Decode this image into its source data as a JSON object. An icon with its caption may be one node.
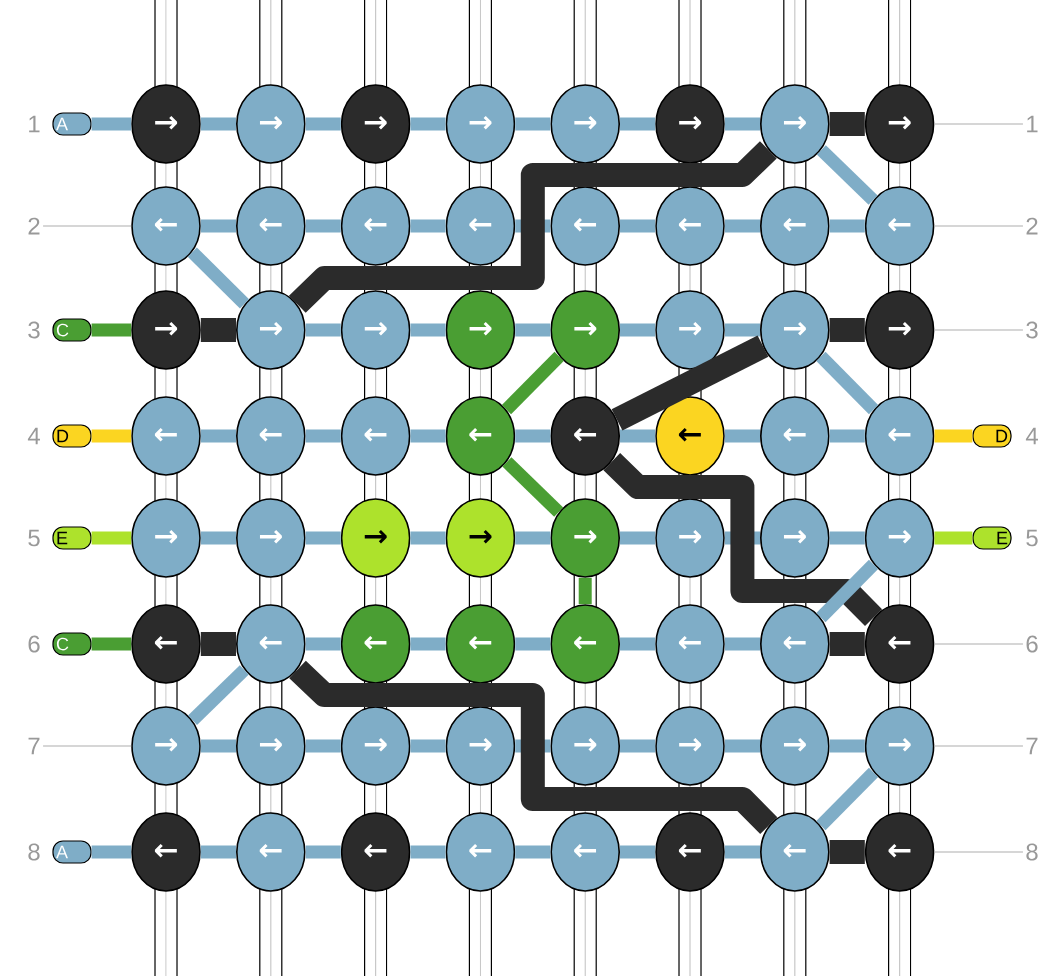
{
  "diagram": {
    "nodes": [
      {
        "text": [
          "→"
        ]
      },
      {
        "text": [
          "→"
        ]
      },
      {
        "text": [
          "→"
        ]
      },
      {
        "text": [
          "→"
        ]
      },
      {
        "text": [
          "→"
        ]
      },
      {
        "text": [
          "→"
        ]
      },
      {
        "text": [
          "→"
        ]
      },
      {
        "text": [
          "→"
        ]
      },
      {
        "text": [
          "←"
        ]
      },
      {
        "text": [
          "←"
        ]
      },
      {
        "text": [
          "←"
        ]
      },
      {
        "text": [
          "←"
        ]
      },
      {
        "text": [
          "←"
        ]
      },
      {
        "text": [
          "←"
        ]
      },
      {
        "text": [
          "←"
        ]
      },
      {
        "text": [
          "←"
        ]
      },
      {
        "text": [
          "→"
        ]
      },
      {
        "text": [
          "→"
        ]
      },
      {
        "text": [
          "→"
        ]
      },
      {
        "text": [
          "→"
        ]
      },
      {
        "text": [
          "→"
        ]
      },
      {
        "text": [
          "→"
        ]
      },
      {
        "text": [
          "→"
        ]
      },
      {
        "text": [
          "→"
        ]
      },
      {
        "text": [
          "←"
        ]
      },
      {
        "text": [
          "←"
        ]
      },
      {
        "text": [
          "←"
        ]
      },
      {
        "text": [
          "←"
        ]
      },
      {
        "text": [
          "←"
        ]
      },
      {
        "text": [
          "←"
        ]
      },
      {
        "text": [
          "←"
        ]
      },
      {
        "text": [
          "←"
        ]
      },
      {
        "text": [
          "→"
        ]
      },
      {
        "text": [
          "→"
        ]
      },
      {
        "text": [
          "→"
        ]
      },
      {
        "text": [
          "→"
        ]
      },
      {
        "text": [
          "→"
        ]
      },
      {
        "text": [
          "→"
        ]
      },
      {
        "text": [
          "→"
        ]
      },
      {
        "text": [
          "→"
        ]
      },
      {
        "text": [
          "←"
        ]
      },
      {
        "text": [
          "←"
        ]
      },
      {
        "text": [
          "←"
        ]
      },
      {
        "text": [
          "←"
        ]
      },
      {
        "text": [
          "←"
        ]
      },
      {
        "text": [
          "←"
        ]
      },
      {
        "text": [
          "←"
        ]
      },
      {
        "text": [
          "←"
        ]
      },
      {
        "text": [
          "→"
        ]
      },
      {
        "text": [
          "→"
        ]
      },
      {
        "text": [
          "→"
        ]
      },
      {
        "text": [
          "→"
        ]
      },
      {
        "text": [
          "→"
        ]
      },
      {
        "text": [
          "→"
        ]
      },
      {
        "text": [
          "→"
        ]
      },
      {
        "text": [
          "→"
        ]
      },
      {
        "text": [
          "←"
        ]
      },
      {
        "text": [
          "←"
        ]
      },
      {
        "text": [
          "←"
        ]
      },
      {
        "text": [
          "←"
        ]
      },
      {
        "text": [
          "←"
        ]
      },
      {
        "text": [
          "←"
        ]
      },
      {
        "text": [
          "←"
        ]
      },
      {
        "text": [
          "←"
        ]
      },
      {
        "text": [
          "A"
        ],
        "beside": [
          "1"
        ]
      },
      {
        "text": [
          "C"
        ],
        "beside": [
          "3"
        ]
      },
      {
        "text": [
          "D"
        ],
        "beside": [
          "4"
        ]
      },
      {
        "text": [
          "E"
        ],
        "beside": [
          "5"
        ]
      },
      {
        "text": [
          "C"
        ],
        "beside": [
          "6"
        ]
      },
      {
        "text": [
          "A"
        ],
        "beside": [
          "8"
        ]
      },
      {
        "text": [
          "D"
        ],
        "beside": [
          "4"
        ]
      },
      {
        "text": [
          "E"
        ],
        "beside": [
          "5"
        ]
      },
      {
        "text": [
          "2"
        ]
      },
      {
        "text": [
          "7"
        ]
      },
      {
        "text": [
          "1"
        ]
      },
      {
        "text": [
          "2"
        ]
      },
      {
        "text": [
          "3"
        ]
      },
      {
        "text": [
          "6"
        ]
      },
      {
        "text": [
          "7"
        ]
      },
      {
        "text": [
          "8"
        ]
      }
    ],
    "edges": [
      {
        "from": 0,
        "to": 1,
        "arrow": "none"
      },
      {
        "from": 1,
        "to": 2,
        "arrow": "none"
      },
      {
        "from": 2,
        "to": 3,
        "arrow": "none"
      },
      {
        "from": 3,
        "to": 4,
        "arrow": "none"
      },
      {
        "from": 4,
        "to": 5,
        "arrow": "none"
      },
      {
        "from": 5,
        "to": 6,
        "arrow": "none"
      },
      {
        "from": 6,
        "to": 7,
        "arrow": "none",
        "style": "thick",
        "color": "#2b2b2b"
      },
      {
        "from": 8,
        "to": 9,
        "arrow": "none"
      },
      {
        "from": 9,
        "to": 10,
        "arrow": "none"
      },
      {
        "from": 10,
        "to": 11,
        "arrow": "none"
      },
      {
        "from": 11,
        "to": 12,
        "arrow": "none"
      },
      {
        "from": 12,
        "to": 13,
        "arrow": "none"
      },
      {
        "from": 13,
        "to": 14,
        "arrow": "none"
      },
      {
        "from": 14,
        "to": 15,
        "arrow": "none"
      },
      {
        "from": 16,
        "to": 17,
        "arrow": "none",
        "style": "thick",
        "color": "#2b2b2b"
      },
      {
        "from": 17,
        "to": 18,
        "arrow": "none"
      },
      {
        "from": 18,
        "to": 19,
        "arrow": "none"
      },
      {
        "from": 19,
        "to": 20,
        "arrow": "none"
      },
      {
        "from": 20,
        "to": 21,
        "arrow": "none"
      },
      {
        "from": 21,
        "to": 22,
        "arrow": "none"
      },
      {
        "from": 22,
        "to": 23,
        "arrow": "none",
        "style": "thick",
        "color": "#2b2b2b"
      },
      {
        "from": 24,
        "to": 25,
        "arrow": "none"
      },
      {
        "from": 25,
        "to": 26,
        "arrow": "none"
      },
      {
        "from": 26,
        "to": 27,
        "arrow": "none"
      },
      {
        "from": 27,
        "to": 28,
        "arrow": "none"
      },
      {
        "from": 28,
        "to": 29,
        "arrow": "none"
      },
      {
        "from": 29,
        "to": 30,
        "arrow": "none"
      },
      {
        "from": 30,
        "to": 31,
        "arrow": "none"
      },
      {
        "from": 32,
        "to": 33,
        "arrow": "none"
      },
      {
        "from": 33,
        "to": 34,
        "arrow": "none"
      },
      {
        "from": 34,
        "to": 35,
        "arrow": "none"
      },
      {
        "from": 35,
        "to": 36,
        "arrow": "none"
      },
      {
        "from": 36,
        "to": 37,
        "arrow": "none"
      },
      {
        "from": 37,
        "to": 38,
        "arrow": "none"
      },
      {
        "from": 38,
        "to": 39,
        "arrow": "none"
      },
      {
        "from": 40,
        "to": 41,
        "arrow": "none",
        "style": "thick",
        "color": "#2b2b2b"
      },
      {
        "from": 41,
        "to": 42,
        "arrow": "none"
      },
      {
        "from": 42,
        "to": 43,
        "arrow": "none"
      },
      {
        "from": 43,
        "to": 44,
        "arrow": "none"
      },
      {
        "from": 44,
        "to": 45,
        "arrow": "none"
      },
      {
        "from": 45,
        "to": 46,
        "arrow": "none"
      },
      {
        "from": 46,
        "to": 47,
        "arrow": "none",
        "style": "thick",
        "color": "#2b2b2b"
      },
      {
        "from": 48,
        "to": 49,
        "arrow": "none"
      },
      {
        "from": 49,
        "to": 50,
        "arrow": "none"
      },
      {
        "from": 50,
        "to": 51,
        "arrow": "none"
      },
      {
        "from": 51,
        "to": 52,
        "arrow": "none"
      },
      {
        "from": 52,
        "to": 53,
        "arrow": "none"
      },
      {
        "from": 53,
        "to": 54,
        "arrow": "none"
      },
      {
        "from": 54,
        "to": 55,
        "arrow": "none"
      },
      {
        "from": 56,
        "to": 57,
        "arrow": "none"
      },
      {
        "from": 57,
        "to": 58,
        "arrow": "none"
      },
      {
        "from": 58,
        "to": 59,
        "arrow": "none"
      },
      {
        "from": 59,
        "to": 60,
        "arrow": "none"
      },
      {
        "from": 60,
        "to": 61,
        "arrow": "none"
      },
      {
        "from": 61,
        "to": 62,
        "arrow": "none"
      },
      {
        "from": 62,
        "to": 63,
        "arrow": "none",
        "style": "thick",
        "color": "#2b2b2b"
      },
      {
        "from": 8,
        "to": 17,
        "arrow": "none"
      },
      {
        "from": 17,
        "to": 6,
        "arrow": "none",
        "style": "thick",
        "color": "#2b2b2b"
      },
      {
        "from": 6,
        "to": 15,
        "arrow": "none"
      },
      {
        "from": 28,
        "to": 22,
        "arrow": "none",
        "style": "thick",
        "color": "#2b2b2b"
      },
      {
        "from": 22,
        "to": 31,
        "arrow": "none"
      },
      {
        "from": 20,
        "to": 27,
        "arrow": "none",
        "color": "#4a9e33"
      },
      {
        "from": 27,
        "to": 36,
        "arrow": "none",
        "color": "#4a9e33"
      },
      {
        "from": 36,
        "to": 44,
        "arrow": "none",
        "color": "#4a9e33"
      },
      {
        "from": 28,
        "to": 47,
        "arrow": "none",
        "style": "thick",
        "color": "#2b2b2b"
      },
      {
        "from": 39,
        "to": 46,
        "arrow": "none"
      },
      {
        "from": 41,
        "to": 48,
        "arrow": "none"
      },
      {
        "from": 41,
        "to": 62,
        "arrow": "none",
        "style": "thick",
        "color": "#2b2b2b"
      },
      {
        "from": 55,
        "to": 62,
        "arrow": "none"
      },
      {
        "from": 64,
        "to": 0,
        "arrow": "none"
      },
      {
        "from": 65,
        "to": 16,
        "arrow": "none",
        "color": "#4a9e33"
      },
      {
        "from": 66,
        "to": 24,
        "arrow": "none",
        "color": "#fbd521"
      },
      {
        "from": 67,
        "to": 32,
        "arrow": "none",
        "color": "#ade22c"
      },
      {
        "from": 68,
        "to": 40,
        "arrow": "none",
        "color": "#4a9e33"
      },
      {
        "from": 69,
        "to": 56,
        "arrow": "none"
      },
      {
        "from": 70,
        "to": 31,
        "arrow": "none",
        "color": "#fbd521"
      },
      {
        "from": 71,
        "to": 39,
        "arrow": "none",
        "color": "#ade22c"
      },
      {
        "from": 72,
        "to": 8,
        "arrow": "none",
        "color": "#c8c8c8"
      },
      {
        "from": 73,
        "to": 48,
        "arrow": "none",
        "color": "#c8c8c8"
      },
      {
        "from": 74,
        "to": 7,
        "arrow": "none",
        "color": "#c8c8c8"
      },
      {
        "from": 75,
        "to": 15,
        "arrow": "none",
        "color": "#c8c8c8"
      },
      {
        "from": 76,
        "to": 23,
        "arrow": "none",
        "color": "#c8c8c8"
      },
      {
        "from": 77,
        "to": 47,
        "arrow": "none",
        "color": "#c8c8c8"
      },
      {
        "from": 78,
        "to": 55,
        "arrow": "none",
        "color": "#c8c8c8"
      },
      {
        "from": 79,
        "to": 63,
        "arrow": "none",
        "color": "#c8c8c8"
      }
    ]
  }
}
